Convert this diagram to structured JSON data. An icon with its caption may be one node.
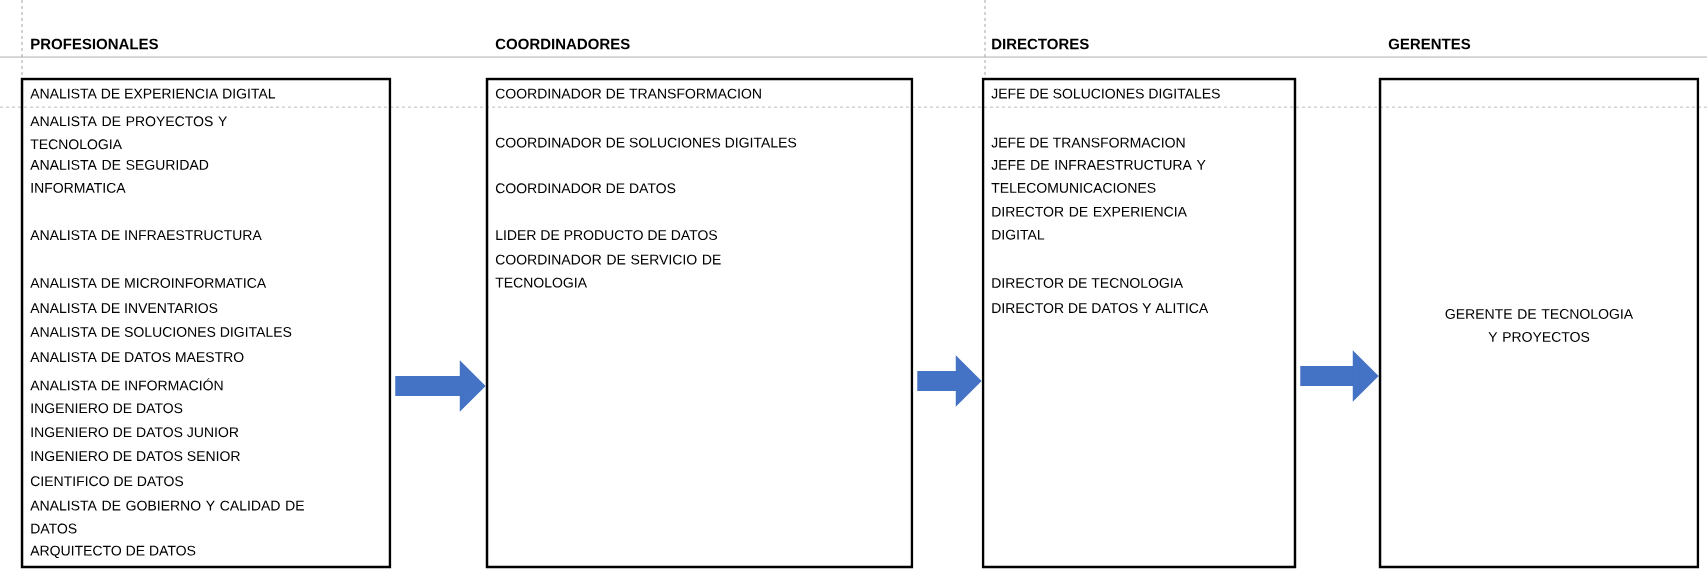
{
  "diagram": {
    "nodes": [
      {
        "text": [
          "PROFESIONALES",
          "ANALISTA DE EXPERIENCIA DIGITAL",
          "ANALISTA DE PROYECTOS Y TECNOLOGIA",
          "ANALISTA DE SEGURIDAD INFORMATICA",
          "ANALISTA DE INFRAESTRUCTURA",
          "ANALISTA DE MICROINFORMATICA",
          "ANALISTA DE INVENTARIOS",
          "ANALISTA DE SOLUCIONES DIGITALES",
          "ANALISTA DE DATOS MAESTRO",
          "ANALISTA DE INFORMACIÓN",
          "INGENIERO DE DATOS",
          "INGENIERO DE DATOS JUNIOR",
          "INGENIERO DE DATOS SENIOR",
          "CIENTIFICO DE DATOS",
          "ANALISTA DE GOBIERNO Y CALIDAD DE DATOS",
          "ARQUITECTO DE DATOS"
        ]
      },
      {
        "text": [
          "COORDINADORES",
          "COORDINADOR DE TRANSFORMACION",
          "COORDINADOR DE SOLUCIONES DIGITALES",
          "COORDINADOR DE DATOS",
          "LIDER DE PRODUCTO DE DATOS",
          "COORDINADOR DE SERVICIO DE TECNOLOGIA"
        ]
      },
      {
        "text": [
          "DIRECTORES",
          "JEFE DE SOLUCIONES DIGITALES",
          "JEFE DE TRANSFORMACION",
          "JEFE DE INFRAESTRUCTURA Y TELECOMUNICACIONES",
          "DIRECTOR DE EXPERIENCIA DIGITAL",
          "DIRECTOR DE TECNOLOGIA",
          "DIRECTOR DE DATOS Y ALITICA"
        ]
      },
      {
        "text": [
          "GERENTES",
          "GERENTE DE TECNOLOGIA Y PROYECTOS"
        ]
      }
    ],
    "edges": [
      {
        "from": 0,
        "to": 1,
        "arrow": "to"
      },
      {
        "from": 1,
        "to": 2,
        "arrow": "to"
      },
      {
        "from": 2,
        "to": 3,
        "arrow": "to"
      }
    ]
  }
}
